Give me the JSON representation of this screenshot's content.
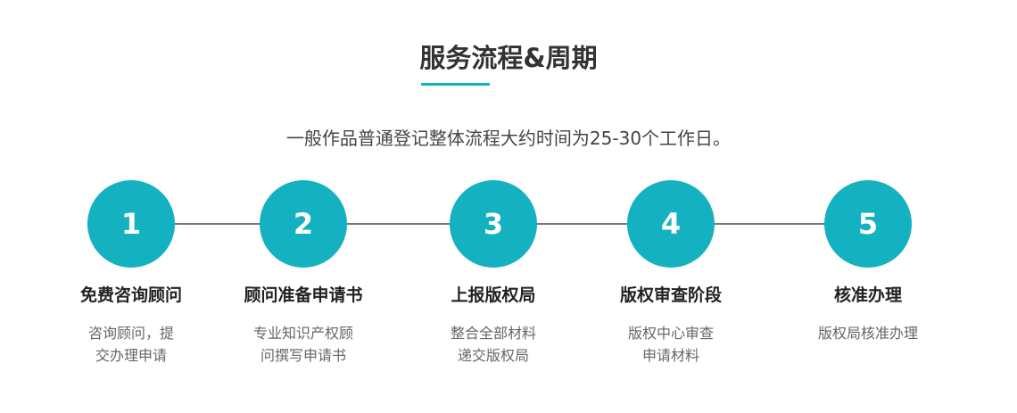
{
  "title": "服务流程&周期",
  "subtitle": "一般作品普通登记整体流程大约时间为25-30个工作日。",
  "accent_color": "#14b1c0",
  "steps": [
    {
      "number": "1",
      "title": "免费咨询顾问",
      "desc": [
        "咨询顾问，提",
        "交办理申请"
      ]
    },
    {
      "number": "2",
      "title": "顾问准备申请书",
      "desc": [
        "专业知识产权顾",
        "问撰写申请书"
      ]
    },
    {
      "number": "3",
      "title": "上报版权局",
      "desc": [
        "整合全部材料",
        "递交版权局"
      ]
    },
    {
      "number": "4",
      "title": "版权审查阶段",
      "desc": [
        "版权中心审查",
        "申请材料"
      ]
    },
    {
      "number": "5",
      "title": "核准办理",
      "desc": [
        "版权局核准办理"
      ]
    }
  ]
}
